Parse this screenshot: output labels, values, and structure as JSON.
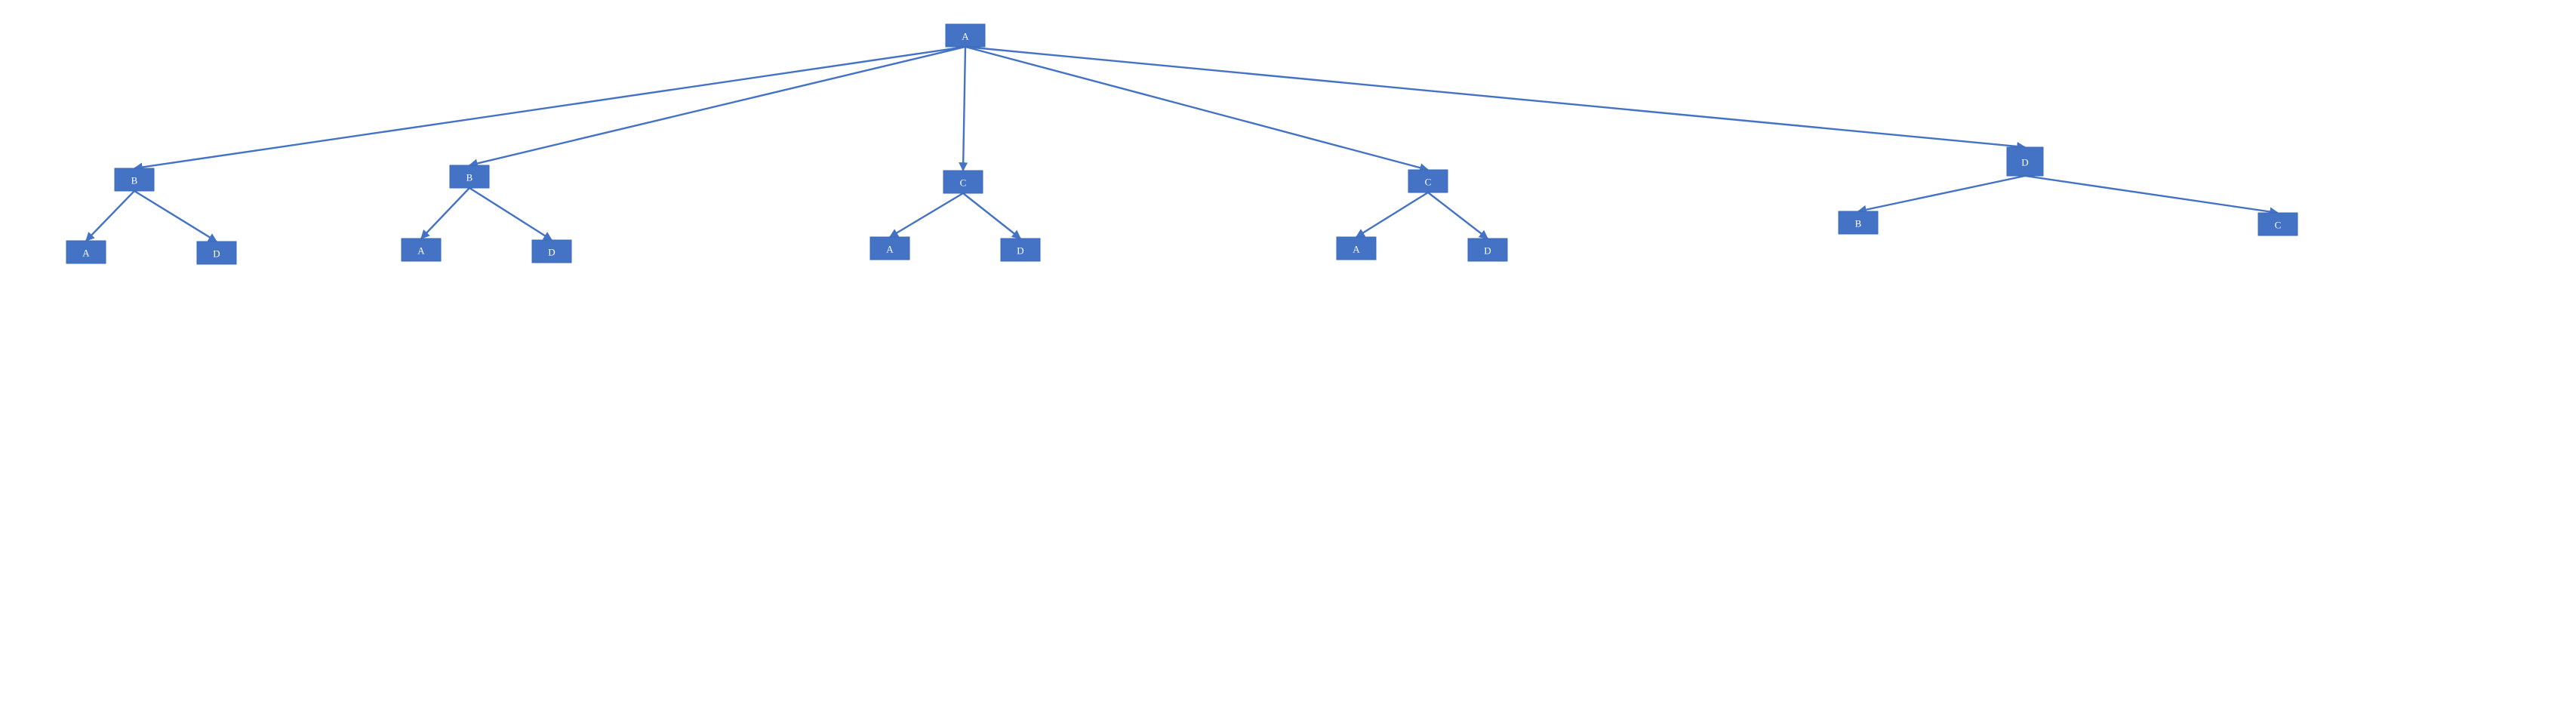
{
  "colors": {
    "node_fill": "#4472c4",
    "node_text": "#ffffff",
    "edge": "#4472c4",
    "background": "#ffffff"
  },
  "tree": {
    "nodes": [
      {
        "id": "n0",
        "label": "A"
      },
      {
        "id": "n1",
        "label": "B"
      },
      {
        "id": "n2",
        "label": "B"
      },
      {
        "id": "n3",
        "label": "C"
      },
      {
        "id": "n4",
        "label": "C"
      },
      {
        "id": "n5",
        "label": "D"
      },
      {
        "id": "n6",
        "label": "A"
      },
      {
        "id": "n7",
        "label": "D"
      },
      {
        "id": "n8",
        "label": "A"
      },
      {
        "id": "n9",
        "label": "D"
      },
      {
        "id": "n10",
        "label": "A"
      },
      {
        "id": "n11",
        "label": "D"
      },
      {
        "id": "n12",
        "label": "A"
      },
      {
        "id": "n13",
        "label": "D"
      },
      {
        "id": "n14",
        "label": "B"
      },
      {
        "id": "n15",
        "label": "C"
      }
    ],
    "edges": [
      {
        "from": "n0",
        "to": "n1"
      },
      {
        "from": "n0",
        "to": "n2"
      },
      {
        "from": "n0",
        "to": "n3"
      },
      {
        "from": "n0",
        "to": "n4"
      },
      {
        "from": "n0",
        "to": "n5"
      },
      {
        "from": "n1",
        "to": "n6"
      },
      {
        "from": "n1",
        "to": "n7"
      },
      {
        "from": "n2",
        "to": "n8"
      },
      {
        "from": "n2",
        "to": "n9"
      },
      {
        "from": "n3",
        "to": "n10"
      },
      {
        "from": "n3",
        "to": "n11"
      },
      {
        "from": "n4",
        "to": "n12"
      },
      {
        "from": "n4",
        "to": "n13"
      },
      {
        "from": "n5",
        "to": "n14"
      },
      {
        "from": "n5",
        "to": "n15"
      }
    ]
  }
}
